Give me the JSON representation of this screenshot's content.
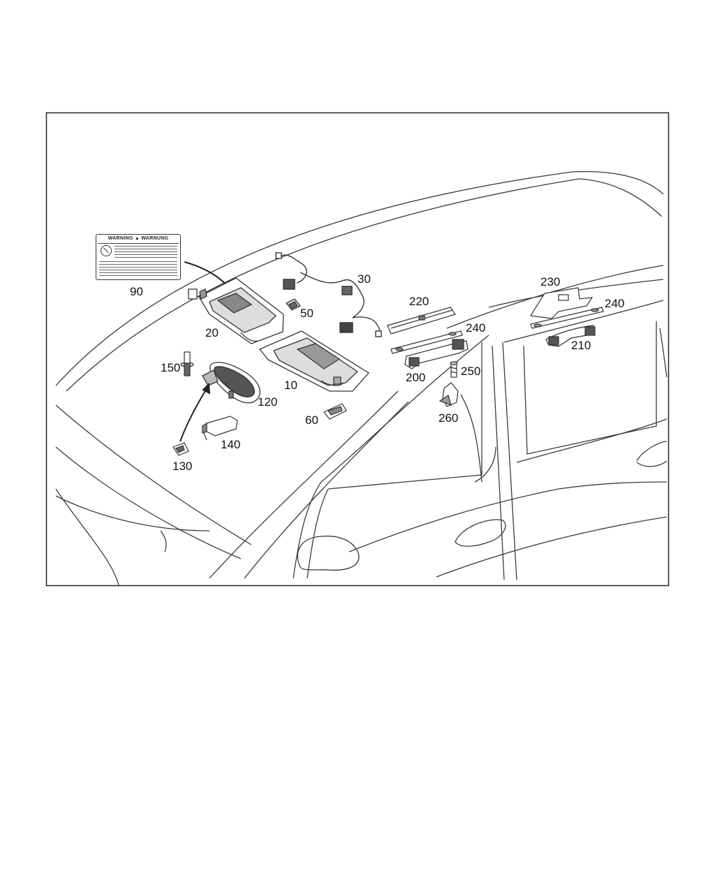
{
  "warning_label": {
    "heading": "WARNING ▲ WARNUNG"
  },
  "callouts": {
    "c10": "10",
    "c20": "20",
    "c30": "30",
    "c50": "50",
    "c60": "60",
    "c90": "90",
    "c120": "120",
    "c130": "130",
    "c140": "140",
    "c150": "150",
    "c200": "200",
    "c210": "210",
    "c220": "220",
    "c230": "230",
    "c240a": "240",
    "c240b": "240",
    "c250": "250",
    "c260": "260"
  },
  "colors": {
    "line": "#3a3a3a",
    "part_fill": "#ffffff",
    "part_dark": "#555555"
  }
}
